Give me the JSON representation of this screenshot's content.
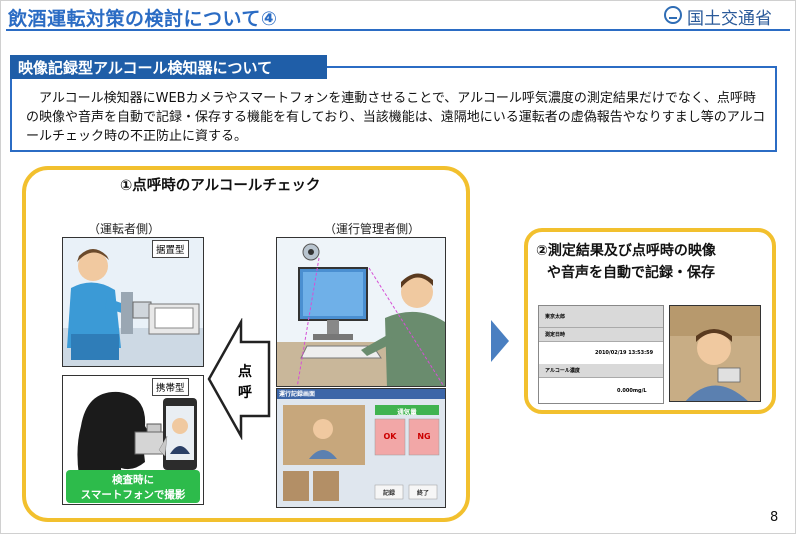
{
  "slide": {
    "title": "飲酒運転対策の検討について④",
    "ministry": "国土交通省",
    "page_number": "8"
  },
  "section": {
    "heading": "映像記録型アルコール検知器について",
    "body": "　アルコール検知器にWEBカメラやスマートフォンを連動させることで、アルコール呼気濃度の測定結果だけでなく、点呼時の映像や音声を自動で記録・保存する機能を有しており、当該機能は、遠隔地にいる運転者の虚偽報告やなりすまし等のアルコールチェック時の不正防止に資する。"
  },
  "left_panel": {
    "title": "①点呼時のアルコールチェック",
    "driver_label": "（運転者側）",
    "manager_label": "（運行管理者側）",
    "tag_fixed": "据置型",
    "tag_mobile": "携帯型",
    "arrow_label_1": "点",
    "arrow_label_2": "呼",
    "banner_line_1": "検査時に",
    "banner_line_2": "スマートフォンで撮影",
    "screen": {
      "header": "運行記録画面",
      "status": "通気量",
      "ok": "OK",
      "ng": "NG",
      "btn_left": "記録",
      "btn_right": "終了"
    }
  },
  "right_panel": {
    "title_line_1": "②測定結果及び点呼時の映像",
    "title_line_2": "や音声を自動で記録・保存",
    "record": {
      "name_label": "東京太郎",
      "datetime_label": "測定日時",
      "datetime_value": "2010/02/19 13:53:59",
      "alcohol_label": "アルコール濃度",
      "alcohol_value": "0.000mg/L"
    }
  },
  "colors": {
    "title_blue": "#2b6cc4",
    "tab_blue": "#1f5ea8",
    "panel_yellow": "#f2c02e",
    "banner_green": "#2dbb4b",
    "arrow_blue": "#4a7fc1"
  }
}
